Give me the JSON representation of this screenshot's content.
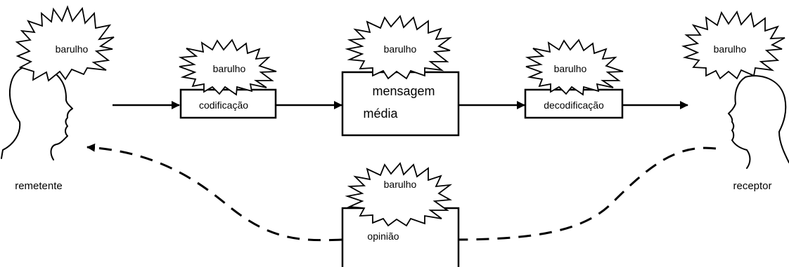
{
  "diagram": {
    "nodes": {
      "sender": {
        "label": "remetente"
      },
      "encoding": {
        "label": "codificação"
      },
      "message": {
        "line1": "mensagem",
        "line2": "média"
      },
      "decoding": {
        "label": "decodificação"
      },
      "receiver": {
        "label": "receptor"
      },
      "feedback": {
        "label": "opinião"
      }
    },
    "noise": {
      "sender": "barulho",
      "encoding": "barulho",
      "message": "barulho",
      "decoding": "barulho",
      "receiver": "barulho",
      "feedback": "barulho"
    },
    "colors": {
      "stroke": "#000000",
      "fill": "#ffffff"
    }
  }
}
